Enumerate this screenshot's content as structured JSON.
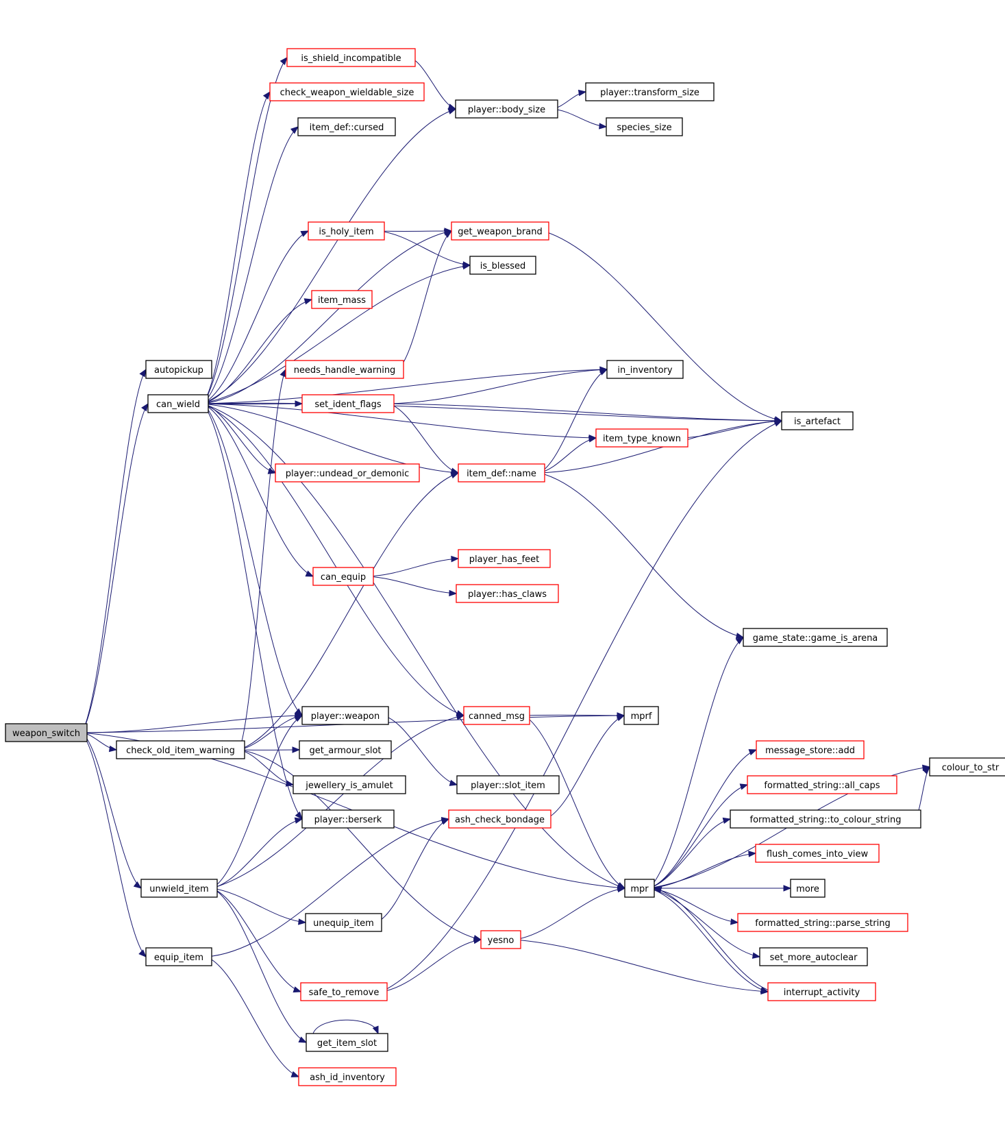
{
  "colors": {
    "edge": "#191970",
    "node_border": "#000000",
    "link_border": "#ff0000",
    "root_fill": "#bfbfbf"
  },
  "nodes": {
    "weapon_switch": "weapon_switch",
    "autopickup": "autopickup",
    "can_wield": "can_wield",
    "check_old_item_warning": "check_old_item_warning",
    "unwield_item": "unwield_item",
    "equip_item": "equip_item",
    "is_shield_incompatible": "is_shield_incompatible",
    "check_weapon_wieldable_size": "check_weapon_wieldable_size",
    "item_def_cursed": "item_def::cursed",
    "is_holy_item": "is_holy_item",
    "item_mass": "item_mass",
    "needs_handle_warning": "needs_handle_warning",
    "set_ident_flags": "set_ident_flags",
    "player_undead_or_demonic": "player::undead_or_demonic",
    "can_equip": "can_equip",
    "player_weapon": "player::weapon",
    "get_armour_slot": "get_armour_slot",
    "jewellery_is_amulet": "jewellery_is_amulet",
    "player_berserk": "player::berserk",
    "unequip_item": "unequip_item",
    "safe_to_remove": "safe_to_remove",
    "get_item_slot": "get_item_slot",
    "ash_id_inventory": "ash_id_inventory",
    "player_body_size": "player::body_size",
    "get_weapon_brand": "get_weapon_brand",
    "is_blessed": "is_blessed",
    "item_def_name": "item_def::name",
    "player_has_feet": "player_has_feet",
    "player_has_claws": "player::has_claws",
    "canned_msg": "canned_msg",
    "player_slot_item": "player::slot_item",
    "ash_check_bondage": "ash_check_bondage",
    "yesno": "yesno",
    "player_transform_size": "player::transform_size",
    "species_size": "species_size",
    "in_inventory": "in_inventory",
    "item_type_known": "item_type_known",
    "mprf": "mprf",
    "mpr": "mpr",
    "is_artefact": "is_artefact",
    "game_state_game_is_arena": "game_state::game_is_arena",
    "message_store_add": "message_store::add",
    "formatted_string_all_caps": "formatted_string::all_caps",
    "formatted_string_to_colour_string": "formatted_string::to_colour_string",
    "flush_comes_into_view": "flush_comes_into_view",
    "more": "more",
    "formatted_string_parse_string": "formatted_string::parse_string",
    "set_more_autoclear": "set_more_autoclear",
    "interrupt_activity": "interrupt_activity",
    "colour_to_str": "colour_to_str"
  }
}
